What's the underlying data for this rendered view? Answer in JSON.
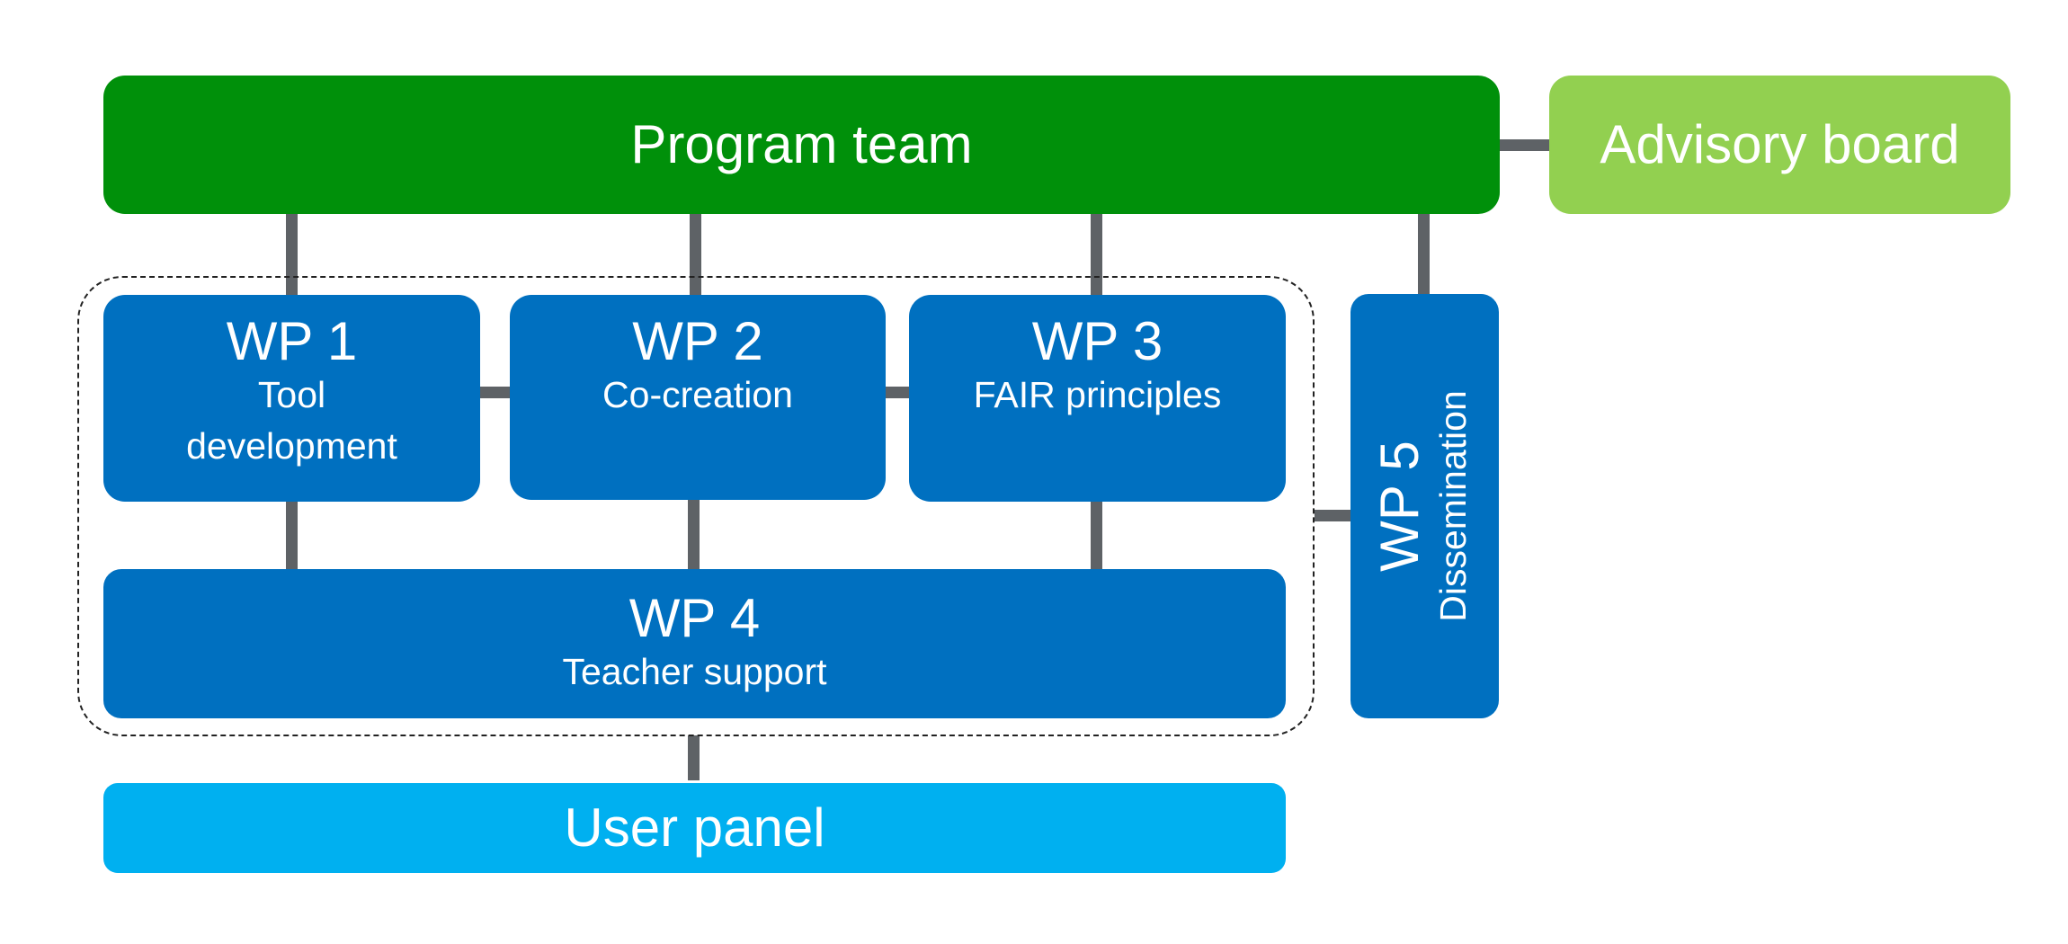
{
  "program_team": {
    "label": "Program team",
    "color": "#00900a"
  },
  "advisory_board": {
    "label": "Advisory board",
    "color": "#92d050"
  },
  "work_packages": [
    {
      "id": "WP 1",
      "name": "Tool development",
      "name_lines": [
        "Tool",
        "development"
      ]
    },
    {
      "id": "WP 2",
      "name": "Co-creation"
    },
    {
      "id": "WP 3",
      "name": "FAIR principles"
    },
    {
      "id": "WP 4",
      "name": "Teacher support"
    },
    {
      "id": "WP 5",
      "name": "Dissemination"
    }
  ],
  "user_panel": {
    "label": "User panel",
    "color": "#00b0f0"
  },
  "colors": {
    "work_package": "#0070c0",
    "connector": "#5e6266",
    "group_border": "#222222"
  }
}
